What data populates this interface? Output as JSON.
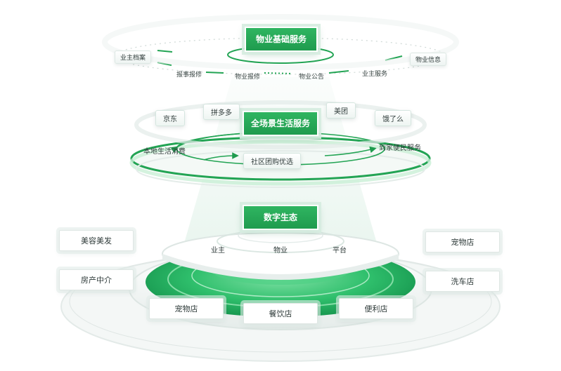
{
  "tier1": {
    "title": "物业基础服务",
    "items": [
      "业主档案",
      "报事报修",
      "物业报修",
      "物业公告",
      "业主服务",
      "物业信息"
    ]
  },
  "tier2": {
    "title": "全场景生活服务",
    "items": [
      "京东",
      "拼多多",
      "美团",
      "饿了么",
      "本地生活消费",
      "社区团购优选",
      "到家便民服务"
    ]
  },
  "tier3": {
    "title": "数字生态",
    "items": [
      "业主",
      "物业",
      "平台"
    ]
  },
  "stores": {
    "left": [
      "美容美发",
      "房产中介"
    ],
    "right": [
      "宠物店",
      "洗车店"
    ],
    "bottom": [
      "宠物店",
      "餐饮店",
      "便利店"
    ]
  },
  "colors": {
    "accent": "#23a454",
    "accent_light": "#c9efd6",
    "accent_dark": "#119046"
  }
}
